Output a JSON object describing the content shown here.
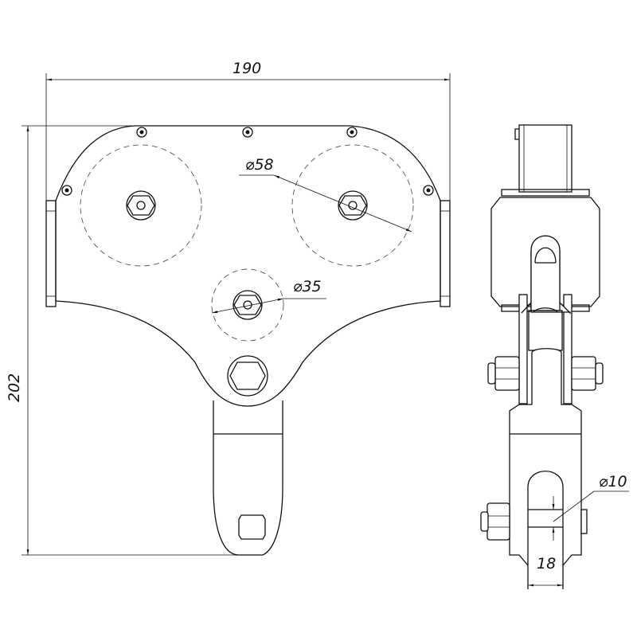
{
  "drawing": {
    "front_view": {
      "width_dimension": "190",
      "height_dimension": "202",
      "large_roller_diameter": "⌀58",
      "small_roller_diameter": "⌀35"
    },
    "side_view": {
      "pin_diameter": "⌀10",
      "slot_width": "18"
    },
    "line_color": "#111111"
  }
}
